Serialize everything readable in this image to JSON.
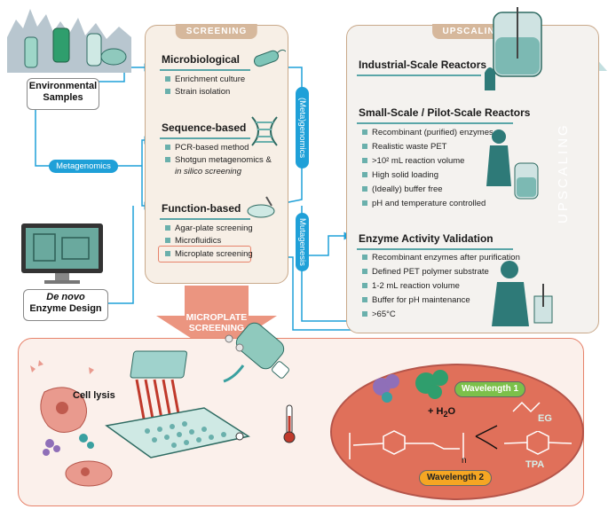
{
  "environmental_samples": "Environmental\nSamples",
  "metagenomics": "Metagenomics",
  "screening": {
    "tag": "SCREENING",
    "microbiological": {
      "title": "Microbiological",
      "items": [
        "Enrichment culture",
        "Strain isolation"
      ]
    },
    "sequence_based": {
      "title": "Sequence-based",
      "items": [
        "PCR-based method",
        "Shotgun metagenomics &",
        "in silico screening"
      ]
    },
    "function_based": {
      "title": "Function-based",
      "items": [
        "Agar-plate screening",
        "Microfluidics",
        "Microplate screening"
      ]
    }
  },
  "meta_genomics_vertical": "(Meta)genomics",
  "mutagenesis": "Mutagenesis",
  "de_novo": {
    "line1": "De novo",
    "line2": "Enzyme Design"
  },
  "upscaling": {
    "tag": "UPSCALING",
    "arrow_label": "UPSCALING",
    "industrial": {
      "title": "Industrial-Scale Reactors"
    },
    "pilot": {
      "title": "Small-Scale / Pilot-Scale Reactors",
      "items": [
        "Recombinant (purified) enzymes",
        "Realistic waste PET",
        ">10² mL reaction volume",
        "High solid loading",
        "(Ideally) buffer free",
        "pH and temperature controlled"
      ]
    },
    "validation": {
      "title": "Enzyme Activity Validation",
      "items": [
        "Recombinant enzymes after purification",
        "Defined PET polymer substrate",
        "1-2 mL reaction volume",
        "Buffer for pH maintenance",
        ">65°C"
      ]
    }
  },
  "microplate_screening": {
    "line1": "MICROPLATE",
    "line2": "SCREENING"
  },
  "bottom": {
    "cell_lysis": "Cell lysis",
    "water": "+ H",
    "water_sub": "2",
    "water_end": "O",
    "wavelength1": "Wavelength 1",
    "wavelength2": "Wavelength 2",
    "eg": "EG",
    "tpa": "TPA",
    "n": "n"
  },
  "colors": {
    "accent_blue": "#1fa0d8",
    "teal": "#5aa6a8",
    "orange": "#e7826a",
    "green": "#7cc04a"
  }
}
